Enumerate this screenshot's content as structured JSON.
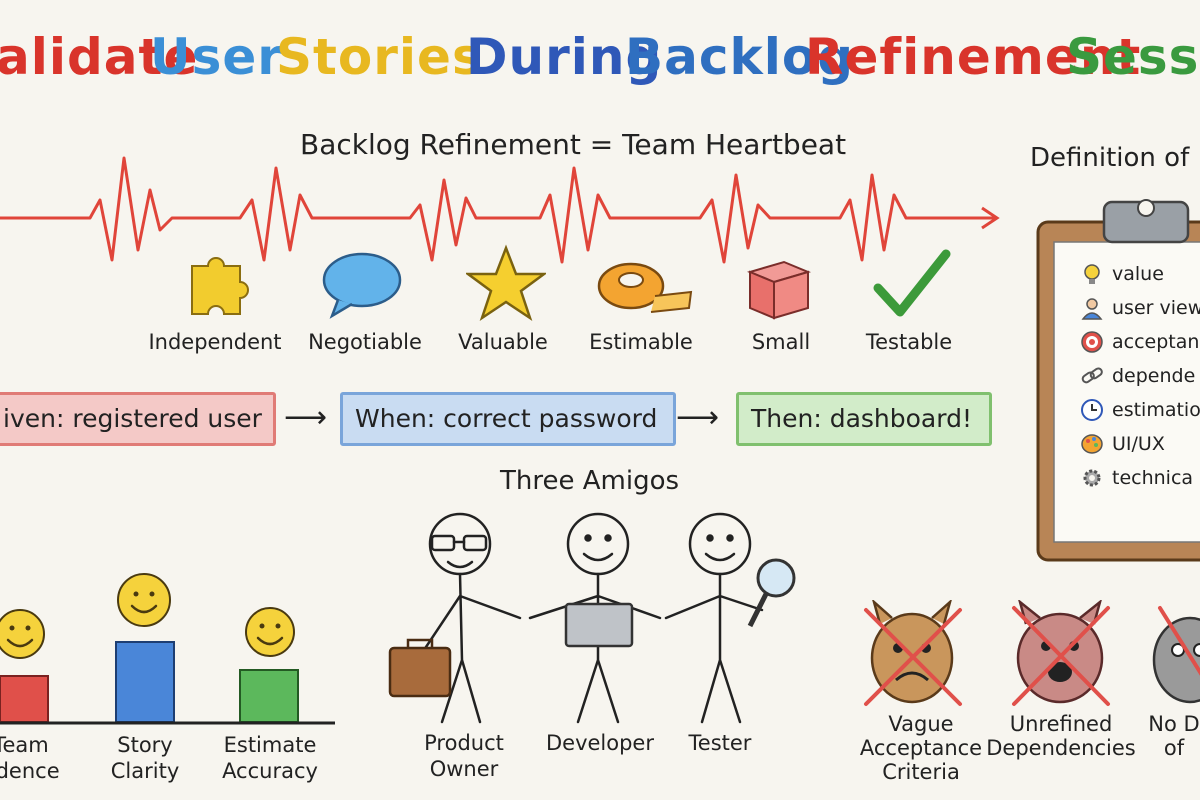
{
  "title": {
    "words": [
      {
        "text": "alidate",
        "color": "#d9342b"
      },
      {
        "text": "User",
        "color": "#3b8fd6"
      },
      {
        "text": "Stories",
        "color": "#e8b820"
      },
      {
        "text": "During",
        "color": "#2f58b8"
      },
      {
        "text": "Backlog",
        "color": "#2f6fc0"
      },
      {
        "text": "Refinement",
        "color": "#d9342b"
      },
      {
        "text": "Sessio",
        "color": "#3a9a3f"
      }
    ]
  },
  "heartbeat": {
    "title": "Backlog Refinement = Team Heartbeat",
    "color": "#e0453a"
  },
  "invest": [
    {
      "label": "Independent",
      "icon": "puzzle-icon"
    },
    {
      "label": "Negotiable",
      "icon": "speech-bubble-icon"
    },
    {
      "label": "Valuable",
      "icon": "star-icon"
    },
    {
      "label": "Estimable",
      "icon": "tape-measure-icon"
    },
    {
      "label": "Small",
      "icon": "box-icon"
    },
    {
      "label": "Testable",
      "icon": "checkmark-icon"
    }
  ],
  "gwt": {
    "given": "iven: registered user",
    "when": "When: correct password",
    "then": "Then: dashboard!"
  },
  "amigos": {
    "title": "Three Amigos",
    "roles": [
      "Product\nOwner",
      "Developer",
      "Tester"
    ]
  },
  "metrics": {
    "bars": [
      {
        "label": "Team\nfidence",
        "color": "#e0504a"
      },
      {
        "label": "Story\nClarity",
        "color": "#4a86d8"
      },
      {
        "label": "Estimate\nAccuracy",
        "color": "#5cb85c"
      }
    ]
  },
  "dod": {
    "title": "Definition of",
    "items": [
      {
        "text": "value",
        "icon": "lightbulb-icon"
      },
      {
        "text": "user view",
        "icon": "user-icon"
      },
      {
        "text": "acceptan",
        "icon": "target-icon"
      },
      {
        "text": "depende",
        "icon": "chain-link-icon"
      },
      {
        "text": "estimatio",
        "icon": "clock-icon"
      },
      {
        "text": "UI/UX",
        "icon": "palette-icon"
      },
      {
        "text": "technica",
        "icon": "gear-icon"
      }
    ]
  },
  "antipatterns": [
    {
      "label": "Vague\nAcceptance\nCriteria",
      "icon": "monster-icon"
    },
    {
      "label": "Unrefined\nDependencies",
      "icon": "monster-icon"
    },
    {
      "label": "No D\nof",
      "icon": "monster-icon"
    }
  ]
}
